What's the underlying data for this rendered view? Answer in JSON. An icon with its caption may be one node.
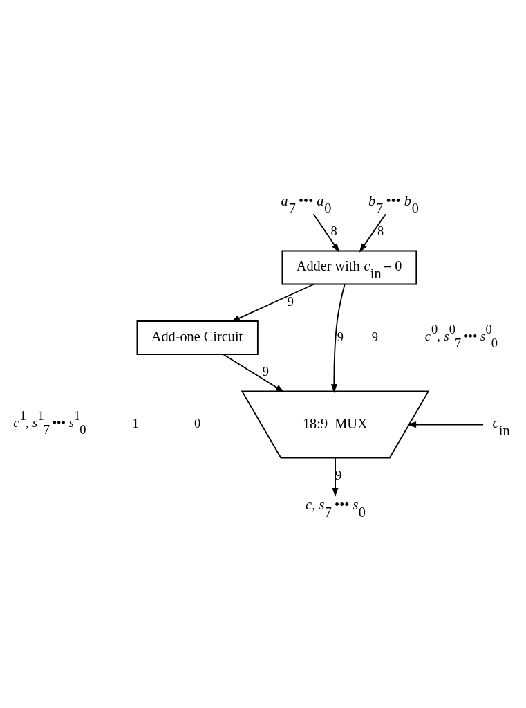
{
  "diagram": {
    "nodes": [
      {
        "text": [
          "*a*$_{7}$ ••• *a*$_{0}$"
        ]
      },
      {
        "text": [
          "*b*$_{7}$ ••• *b*$_{0}$"
        ]
      },
      {
        "text": [
          "Adder with *c*$_{in}$ = 0"
        ]
      },
      {
        "text": [
          "Add-one Circuit"
        ]
      },
      {
        "text": [
          "18:9  MUX"
        ]
      },
      {
        "text": [
          "*c*$_{in}$"
        ]
      },
      {
        "text": [
          "*c*, *s*$_{7}$ ••• *s*$_{0}$"
        ]
      }
    ],
    "edges": [
      {
        "from": 0,
        "to": 2,
        "arrow": "to",
        "label": "8"
      },
      {
        "from": 1,
        "to": 2,
        "arrow": "to",
        "label": "8"
      },
      {
        "from": 2,
        "to": 3,
        "arrow": "to",
        "label": "9"
      },
      {
        "from": 2,
        "to": 4,
        "arrow": "to",
        "label": "9"
      },
      {
        "from": 3,
        "to": 4,
        "arrow": "to",
        "label": "9"
      },
      {
        "from": 5,
        "to": 4,
        "arrow": "to"
      },
      {
        "from": 4,
        "to": 6,
        "arrow": "to",
        "label": "9"
      }
    ],
    "labels": [
      "9",
      "*c*$^{0}$, *s*$^{0}$$_{7}$ ••• *s*$^{0}$$_{0}$",
      "*c*$^{1}$, *s*$^{1}$$_{7}$ ••• *s*$^{1}$$_{0}$",
      "1",
      "0"
    ]
  }
}
